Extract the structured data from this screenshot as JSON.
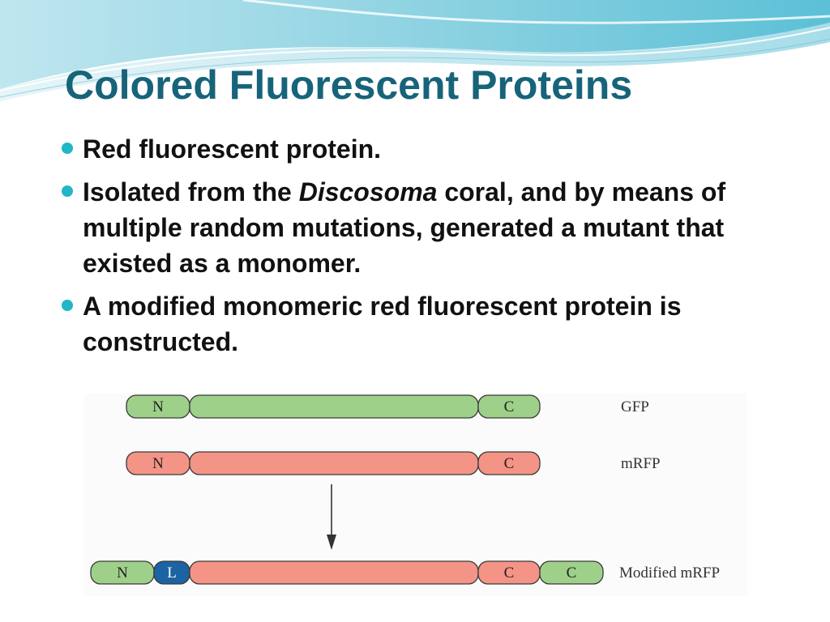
{
  "slide": {
    "title": "Colored Fluorescent Proteins",
    "bullets": [
      {
        "before": "Red fluorescent protein.",
        "italic": "",
        "after": ""
      },
      {
        "before": "Isolated from the ",
        "italic": "Discosoma",
        "after": " coral, and by means of multiple random mutations, generated a mutant that existed as a monomer."
      },
      {
        "before": "A modified monomeric red fluorescent protein is constructed.",
        "italic": "",
        "after": ""
      }
    ]
  },
  "figure": {
    "rows": [
      {
        "label": "GFP",
        "segments": [
          "N",
          "",
          "C"
        ]
      },
      {
        "label": "mRFP",
        "segments": [
          "N",
          "",
          "C"
        ]
      },
      {
        "label": "Modified mRFP",
        "segments": [
          "N",
          "L",
          "",
          "C",
          "C"
        ]
      }
    ]
  },
  "colors": {
    "title": "#17647a",
    "bullet_dot": "#21b6c8",
    "gfp_green": "#9ed08a",
    "rfp_red": "#f49486",
    "linker_blue": "#1b63a3"
  }
}
